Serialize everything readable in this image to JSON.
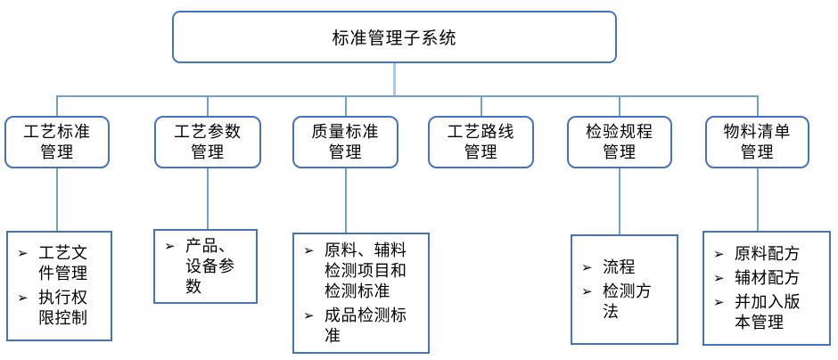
{
  "colors": {
    "box_border": "#4472C4",
    "connector": "#6FA0D6",
    "root_stub": "#A9C9EC",
    "text": "#000000",
    "background": "#ffffff"
  },
  "bullet_glyph": "➢",
  "root": {
    "label": "标准管理子系统"
  },
  "branches": [
    {
      "id": "process-standard",
      "label": "工艺标准\n管理",
      "items": [
        "工艺文\n件管理",
        "执行权\n限控制"
      ]
    },
    {
      "id": "process-parameter",
      "label": "工艺参数\n管理",
      "items": [
        "产品、\n设备参\n数"
      ]
    },
    {
      "id": "quality-standard",
      "label": "质量标准\n管理",
      "items": [
        "原料、辅料\n检测项目和\n检测标准",
        "成品检测标\n准"
      ]
    },
    {
      "id": "process-route",
      "label": "工艺路线\n管理",
      "items": []
    },
    {
      "id": "inspection-procedure",
      "label": "检验规程\n管理",
      "items": [
        "流程",
        "检测方\n法"
      ]
    },
    {
      "id": "bill-of-materials",
      "label": "物料清单\n管理",
      "items": [
        "原料配方",
        "辅材配方",
        "并加入版\n本管理"
      ]
    }
  ]
}
